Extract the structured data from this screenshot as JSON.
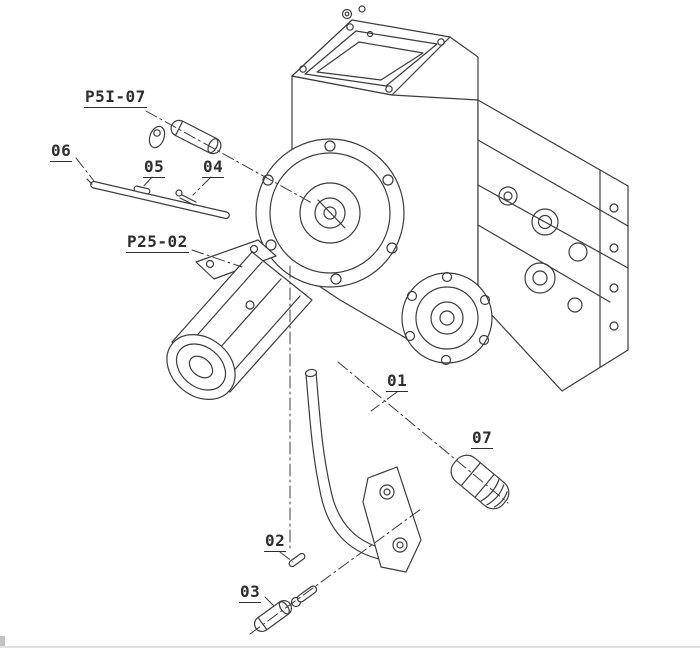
{
  "page": {
    "background": "#ffffff",
    "line_color": "#3c3c3c",
    "label_color": "#2e2e2e"
  },
  "diagram": {
    "labels": [
      {
        "id": "P5I-07",
        "text": "P5I-07"
      },
      {
        "id": "06",
        "text": "06"
      },
      {
        "id": "05",
        "text": "05"
      },
      {
        "id": "04",
        "text": "04"
      },
      {
        "id": "P25-02",
        "text": "P25-02"
      },
      {
        "id": "01",
        "text": "01"
      },
      {
        "id": "07",
        "text": "07"
      },
      {
        "id": "02",
        "text": "02"
      },
      {
        "id": "03",
        "text": "03"
      }
    ]
  }
}
